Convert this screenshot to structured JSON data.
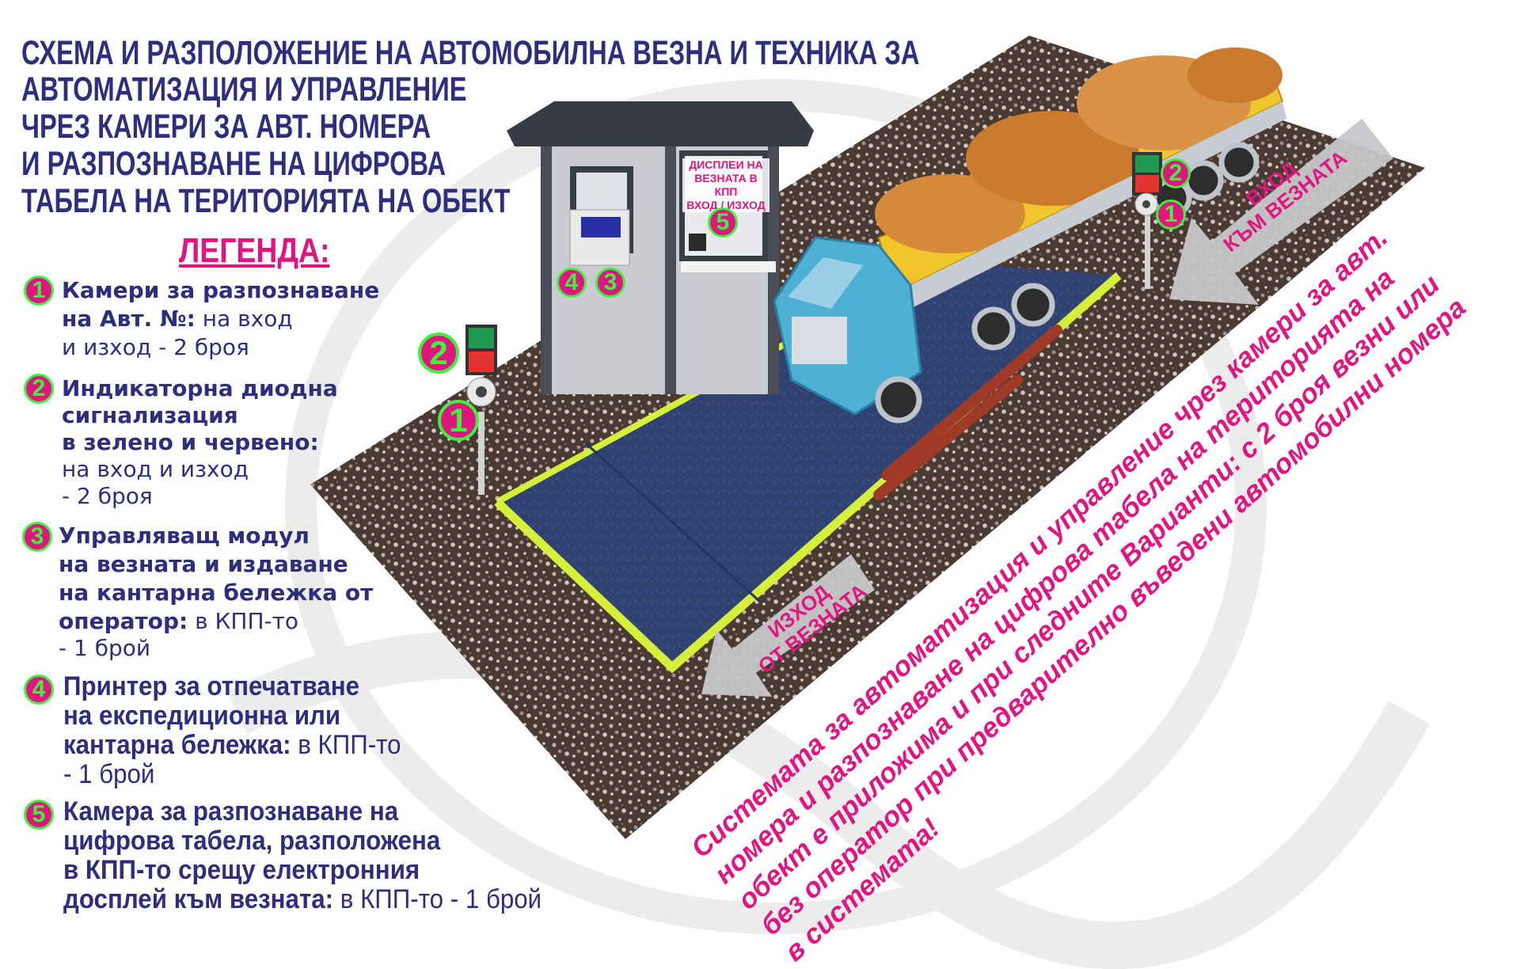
{
  "title": {
    "lines": [
      "СХЕМА И РАЗПОЛОЖЕНИЕ НА АВТОМОБИЛНА ВЕЗНА И ТЕХНИКА ЗА",
      "АВТОМАТИЗАЦИЯ И УПРАВЛЕНИЕ",
      "ЧРЕЗ КАМЕРИ ЗА АВТ. НОМЕРА",
      "И РАЗПОЗНАВАНЕ НА ЦИФРОВА",
      "ТАБЕЛА НА ТЕРИТОРИЯТА НА ОБЕКТ"
    ]
  },
  "legend": {
    "title": "ЛЕГЕНДА:",
    "items": [
      {
        "number": "1",
        "lines": [
          {
            "b": "Камери за разпознаване",
            "n": ""
          },
          {
            "b": "на Авт. №:",
            "n": " на вход"
          },
          {
            "b": "",
            "n": "и изход - 2 броя"
          }
        ]
      },
      {
        "number": "2",
        "lines": [
          {
            "b": "Индикаторна диодна",
            "n": ""
          },
          {
            "b": "сигнализация",
            "n": ""
          },
          {
            "b": "в зелено и червено:",
            "n": ""
          },
          {
            "b": "",
            "n": "на вход и изход"
          },
          {
            "b": "",
            "n": "- 2 броя"
          }
        ]
      },
      {
        "number": "3",
        "lines": [
          {
            "b": "Управляващ модул",
            "n": ""
          },
          {
            "b": "на везната и издаване",
            "n": ""
          },
          {
            "b": "на кантарна бележка от",
            "n": ""
          },
          {
            "b": "оператор:",
            "n": " в КПП-то"
          },
          {
            "b": "",
            "n": "- 1 брой"
          }
        ]
      },
      {
        "number": "4",
        "lines": [
          {
            "b": "Принтер за отпечатване",
            "n": ""
          },
          {
            "b": "на експедиционна или",
            "n": ""
          },
          {
            "b": "кантарна бележка:",
            "n": " в КПП-то"
          },
          {
            "b": "",
            "n": "- 1 брой"
          }
        ]
      },
      {
        "number": "5",
        "lines": [
          {
            "b": "Камера за разпознаване на",
            "n": ""
          },
          {
            "b": "цифрова табела, разположена",
            "n": ""
          },
          {
            "b": "в КПП-то срещу електронния",
            "n": ""
          },
          {
            "b": "досплей към везната:",
            "n": " в КПП-то - 1 брой"
          }
        ]
      }
    ]
  },
  "booth": {
    "display_label": [
      "ДИСПЛЕИ НА",
      "ВЕЗНАТА В КПП",
      "ВХОД / ИЗХОД"
    ]
  },
  "arrows": {
    "entry": [
      "ВХОД",
      "КЪМ ВЕЗНАТА"
    ],
    "exit": [
      "ИЗХОД",
      "ОТ ВЕЗНАТА"
    ]
  },
  "markers": {
    "one": "1",
    "two": "2",
    "three": "3",
    "four": "4",
    "five": "5"
  },
  "note": {
    "lines": [
      "Системата за автоматизация и управление чрез камери за авт.",
      "номера и разпознаване на цифрова табела на територията на",
      "обект е приложима и при следните Варианти: с 2 броя везни или",
      "без оператор при предварително въведени автомобилни номера",
      "в системата!"
    ]
  },
  "colors": {
    "title": "#2f2e7e",
    "accent": "#e0157f",
    "badge_ring": "#3df23d"
  }
}
